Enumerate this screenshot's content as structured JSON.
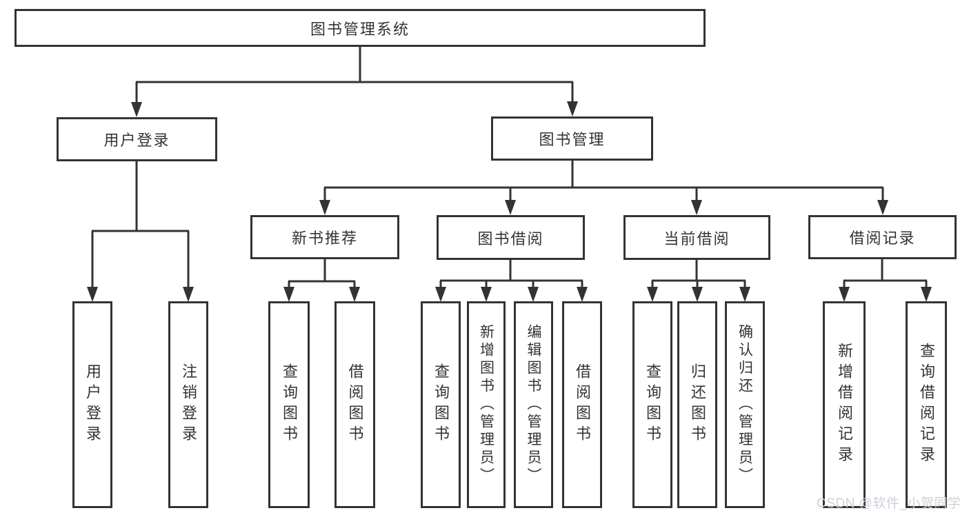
{
  "diagram": {
    "title": "图书管理系统",
    "nodes": {
      "root": {
        "label": "图书管理系统"
      },
      "userLogin": {
        "label": "用户登录"
      },
      "bookMgmt": {
        "label": "图书管理"
      },
      "newBookRec": {
        "label": "新书推荐"
      },
      "bookBorrow": {
        "label": "图书借阅"
      },
      "currentBorrow": {
        "label": "当前借阅"
      },
      "borrowRecords": {
        "label": "借阅记录"
      },
      "leafUserLogin": {
        "label": "用户登录"
      },
      "leafLogout": {
        "label": "注销登录"
      },
      "leafQueryBooks1": {
        "label": "查询图书"
      },
      "leafBorrowBooks1": {
        "label": "借阅图书"
      },
      "leafQueryBooks2": {
        "label": "查询图书"
      },
      "leafAddBook": {
        "label": "新增图书（管理员）"
      },
      "leafEditBook": {
        "label": "编辑图书（管理员）"
      },
      "leafBorrowBooks2": {
        "label": "借阅图书"
      },
      "leafQueryBooks3": {
        "label": "查询图书"
      },
      "leafReturnBooks": {
        "label": "归还图书"
      },
      "leafConfirmReturn": {
        "label": "确认归还（管理员）"
      },
      "leafAddBorrowRecord": {
        "label": "新增借阅记录"
      },
      "leafQueryBorrowRecord": {
        "label": "查询借阅记录"
      }
    },
    "edges": [
      {
        "from": "图书管理系统",
        "to": [
          "用户登录",
          "图书管理"
        ]
      },
      {
        "from": "用户登录",
        "to": [
          "用户登录",
          "注销登录"
        ]
      },
      {
        "from": "图书管理",
        "to": [
          "新书推荐",
          "图书借阅",
          "当前借阅",
          "借阅记录"
        ]
      },
      {
        "from": "新书推荐",
        "to": [
          "查询图书",
          "借阅图书"
        ]
      },
      {
        "from": "图书借阅",
        "to": [
          "查询图书",
          "新增图书（管理员）",
          "编辑图书（管理员）",
          "借阅图书"
        ]
      },
      {
        "from": "当前借阅",
        "to": [
          "查询图书",
          "归还图书",
          "确认归还（管理员）"
        ]
      },
      {
        "from": "借阅记录",
        "to": [
          "新增借阅记录",
          "查询借阅记录"
        ]
      }
    ],
    "colors": {
      "line": "#333333",
      "background": "#ffffff",
      "watermark": "#cdd0d6"
    }
  },
  "watermark": {
    "text": "CSDN @软件_小贺同学"
  }
}
